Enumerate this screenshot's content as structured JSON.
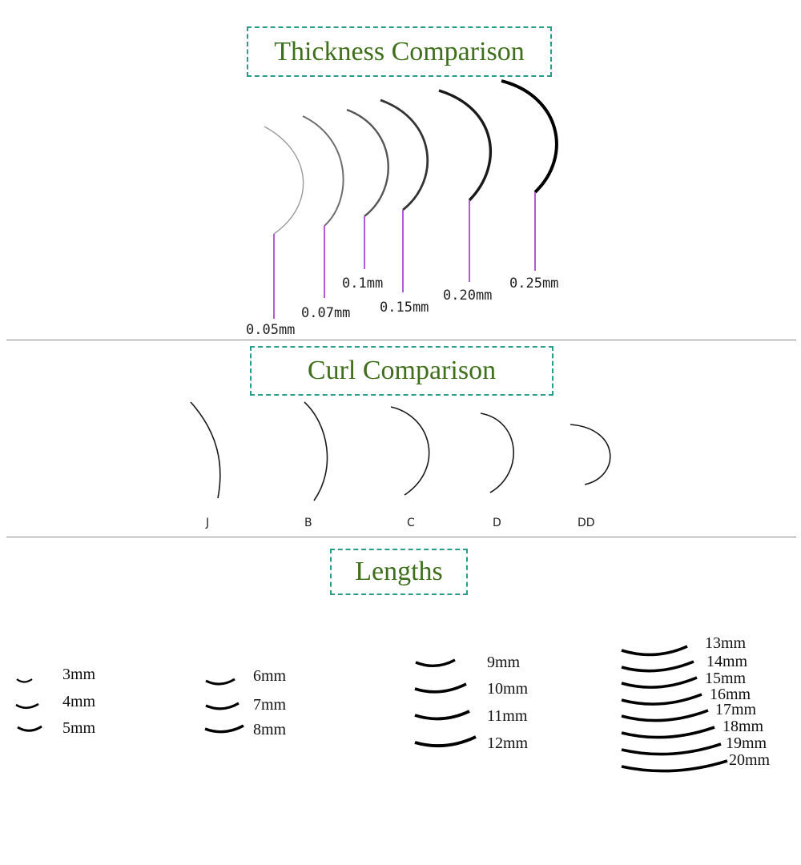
{
  "sections": {
    "thickness": {
      "title": "Thickness Comparison",
      "labels": [
        "0.05mm",
        "0.07mm",
        "0.1mm",
        "0.15mm",
        "0.20mm",
        "0.25mm"
      ]
    },
    "curl": {
      "title": "Curl Comparison",
      "labels": [
        "J",
        "B",
        "C",
        "D",
        "DD"
      ]
    },
    "lengths": {
      "title": "Lengths",
      "labels": [
        "3mm",
        "4mm",
        "5mm",
        "6mm",
        "7mm",
        "8mm",
        "9mm",
        "10mm",
        "11mm",
        "12mm",
        "13mm",
        "14mm",
        "15mm",
        "16mm",
        "17mm",
        "18mm",
        "19mm",
        "20mm"
      ]
    }
  },
  "colors": {
    "title_text": "#3f6e1c",
    "title_border": "#2a9d8a",
    "pointer_line": "#b35ad6",
    "lash": "#111111"
  }
}
